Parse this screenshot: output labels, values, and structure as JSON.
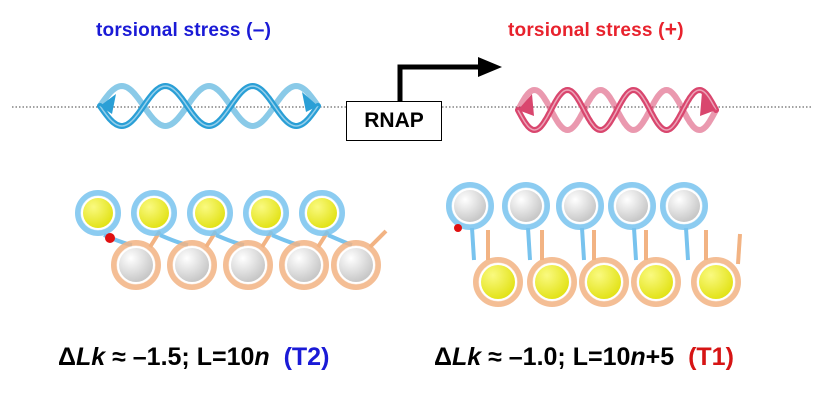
{
  "top": {
    "left_title": "torsional stress (",
    "left_sign": "–",
    "left_close": ")",
    "right_title": "torsional stress (",
    "right_sign": "+",
    "right_close": ")",
    "rnap_label": "RNAP"
  },
  "captions": {
    "left": {
      "delta": "Δ",
      "lk": "Lk",
      "approx": " ≈ –1.5; L=10",
      "n": "n",
      "tag": "(T2)"
    },
    "right": {
      "delta": "Δ",
      "lk": "Lk",
      "approx": " ≈ –1.0; L=10",
      "n": "n",
      "suffix": "+5",
      "tag": "(T1)"
    }
  },
  "colors": {
    "negative_helix": "#2a9fd6",
    "positive_helix": "#d9466e",
    "blue_text": "#1a1ad6",
    "red_text": "#e8222d",
    "nucleosome_yellow": "#e3e31a",
    "nucleosome_white": "#ededed",
    "linker_blue": "#78c3ee",
    "linker_orange": "#f2b383"
  }
}
